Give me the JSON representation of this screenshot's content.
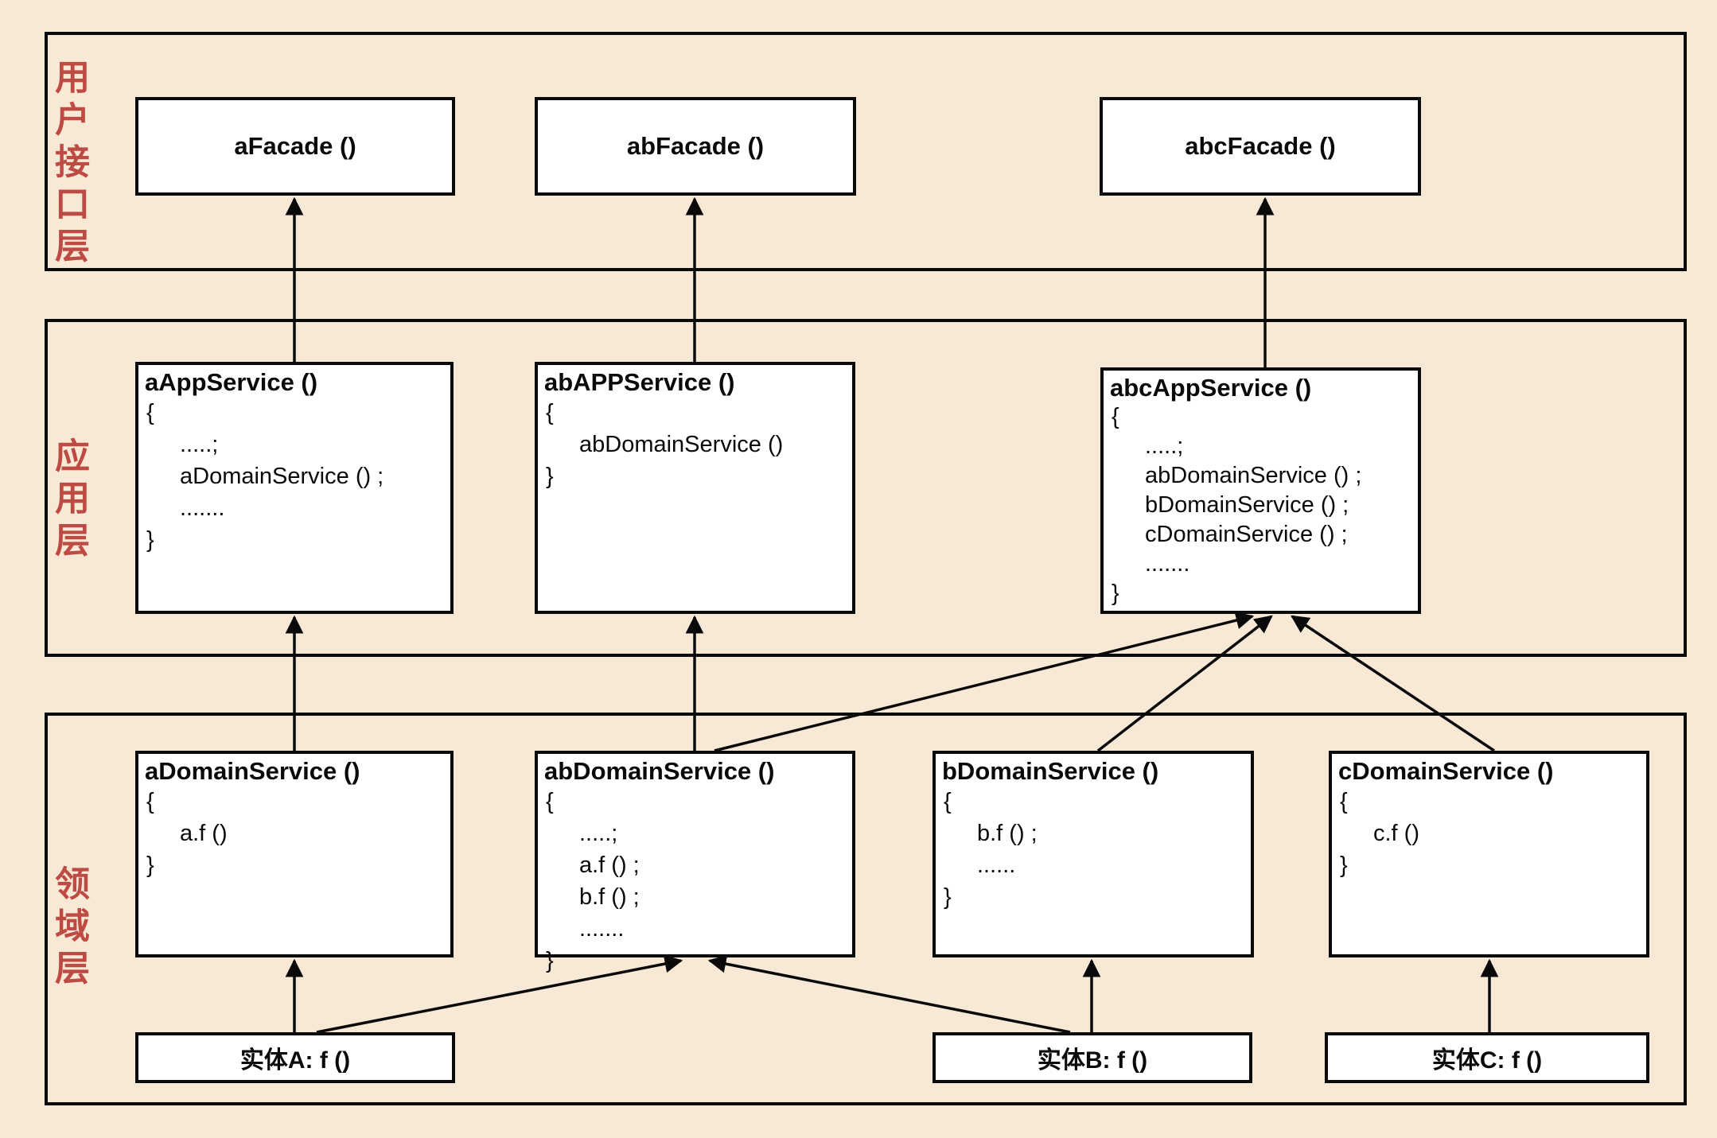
{
  "page": {
    "background_color": "#f8e8d6",
    "label_color": "#bd4b43",
    "line_color": "#0a0a0a",
    "box_fill": "#ffffff"
  },
  "layers": {
    "ui": {
      "label": "用户接口层"
    },
    "app": {
      "label": "应用层"
    },
    "domain": {
      "label": "领域层"
    }
  },
  "boxes": {
    "aFacade": {
      "title": "aFacade ()"
    },
    "abFacade": {
      "title": "abFacade ()"
    },
    "abcFacade": {
      "title": "abcFacade ()"
    },
    "aAppService": {
      "title": "aAppService ()",
      "lines": [
        "{",
        ".....;",
        "aDomainService () ;",
        ".......",
        "}"
      ]
    },
    "abAPPService": {
      "title": "abAPPService ()",
      "lines": [
        "{",
        "abDomainService ()",
        "}"
      ]
    },
    "abcAppService": {
      "title": "abcAppService ()",
      "lines": [
        "{",
        ".....;",
        "abDomainService () ;",
        "bDomainService () ;",
        "cDomainService () ;",
        ".......",
        "}"
      ]
    },
    "aDomainService": {
      "title": "aDomainService ()",
      "lines": [
        "{",
        "a.f ()",
        "}"
      ]
    },
    "abDomainService": {
      "title": "abDomainService ()",
      "lines": [
        "{",
        ".....;",
        "a.f () ;",
        "b.f () ;",
        ".......",
        "}"
      ]
    },
    "bDomainService": {
      "title": "bDomainService ()",
      "lines": [
        "{",
        "b.f () ;",
        "......",
        "}"
      ]
    },
    "cDomainService": {
      "title": "cDomainService ()",
      "lines": [
        "{",
        "c.f ()",
        "}"
      ]
    },
    "entityA": {
      "title": "实体A: f ()"
    },
    "entityB": {
      "title": "实体B: f ()"
    },
    "entityC": {
      "title": "实体C: f ()"
    }
  },
  "edges": [
    {
      "from": "aAppService",
      "to": "aFacade"
    },
    {
      "from": "abAPPService",
      "to": "abFacade"
    },
    {
      "from": "abcAppService",
      "to": "abcFacade"
    },
    {
      "from": "aDomainService",
      "to": "aAppService"
    },
    {
      "from": "abDomainService",
      "to": "abAPPService"
    },
    {
      "from": "abDomainService",
      "to": "abcAppService"
    },
    {
      "from": "bDomainService",
      "to": "abcAppService"
    },
    {
      "from": "cDomainService",
      "to": "abcAppService"
    },
    {
      "from": "entityA",
      "to": "aDomainService"
    },
    {
      "from": "entityA",
      "to": "abDomainService"
    },
    {
      "from": "entityB",
      "to": "abDomainService"
    },
    {
      "from": "entityB",
      "to": "bDomainService"
    },
    {
      "from": "entityC",
      "to": "cDomainService"
    }
  ]
}
